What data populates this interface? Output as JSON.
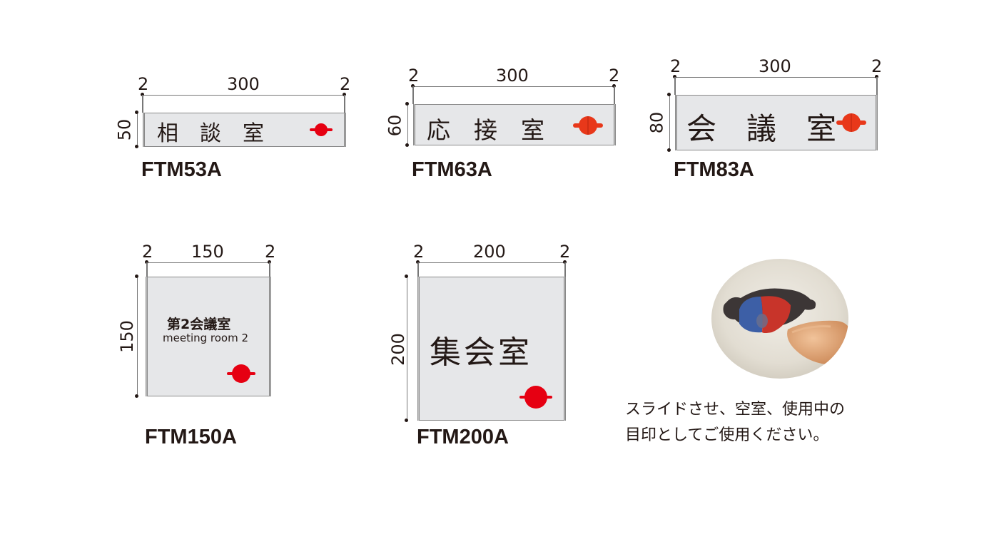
{
  "colors": {
    "indicator_red": "#e60012",
    "indicator_orange": "#e8381a",
    "plate": "#e6e7e9",
    "ink": "#231815"
  },
  "signs": [
    {
      "model": "FTM53A",
      "label": "相　談　室",
      "width_label": "300",
      "height_label": "50",
      "edge_label": "2"
    },
    {
      "model": "FTM63A",
      "label": "応　接　室",
      "width_label": "300",
      "height_label": "60",
      "edge_label": "2"
    },
    {
      "model": "FTM83A",
      "label": "会　議　室",
      "width_label": "300",
      "height_label": "80",
      "edge_label": "2"
    },
    {
      "model": "FTM150A",
      "label": "第2会議室",
      "sublabel": "meeting room 2",
      "width_label": "150",
      "height_label": "150",
      "edge_label": "2"
    },
    {
      "model": "FTM200A",
      "label": "集会室",
      "width_label": "200",
      "height_label": "200",
      "edge_label": "2"
    }
  ],
  "photo": {
    "icon": "slide-indicator-photo"
  },
  "caption": {
    "line1": "スライドさせ、空室、使用中の",
    "line2": "目印としてご使用ください。"
  }
}
